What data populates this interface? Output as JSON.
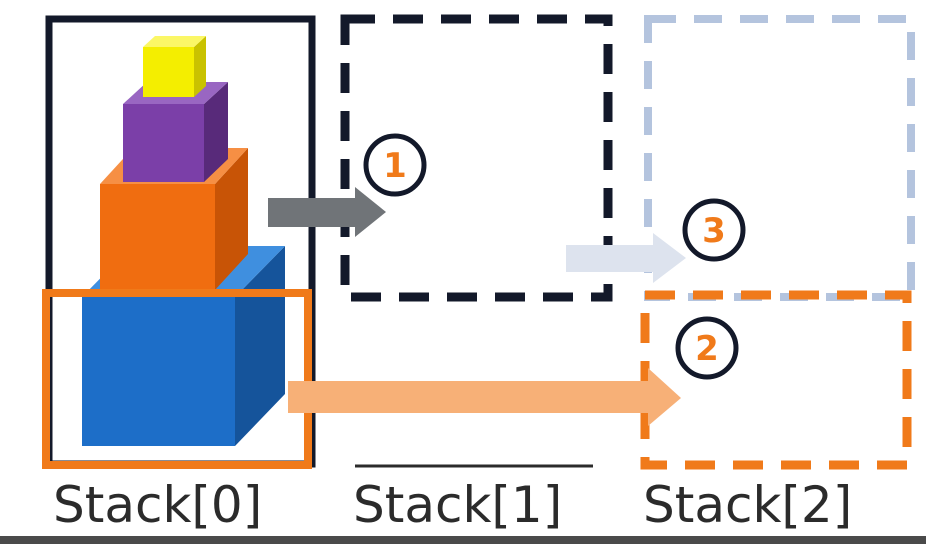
{
  "diagram": {
    "stacks": [
      {
        "label": "Stack[0]"
      },
      {
        "label": "Stack[1]"
      },
      {
        "label": "Stack[2]"
      }
    ],
    "steps": [
      {
        "number": "1"
      },
      {
        "number": "2"
      },
      {
        "number": "3"
      }
    ],
    "colors": {
      "frame_dark": "#13192a",
      "frame_light": "#b4c4de",
      "accent_orange": "#f07a1a",
      "arrow_gray": "#707478",
      "arrow_light": "#dde3ee",
      "arrow_orange": "#f7b077",
      "cube_yellow": "#f4ee00",
      "cube_purple": "#7b3fa8",
      "cube_orange": "#f06d10",
      "cube_blue": "#1d6ec8"
    }
  }
}
